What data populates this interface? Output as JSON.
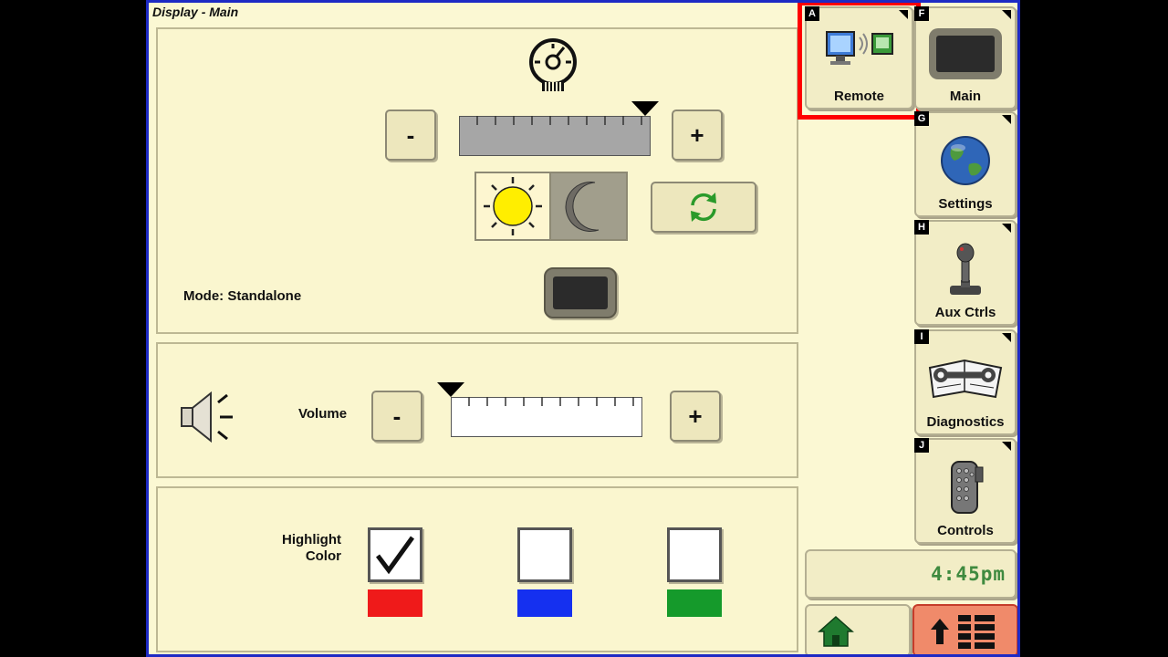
{
  "screen": {
    "title": "Display - Main"
  },
  "brightness": {
    "minus_label": "-",
    "plus_label": "+",
    "level": 0.97,
    "day_icon": "sun-icon",
    "night_icon": "moon-icon",
    "refresh_icon": "refresh-icon",
    "mode_text": "Mode: Standalone"
  },
  "volume": {
    "label": "Volume",
    "minus_label": "-",
    "plus_label": "+",
    "level": 0.0,
    "icon": "speaker-icon"
  },
  "highlight": {
    "label_line1": "Highlight",
    "label_line2": "Color",
    "options": [
      {
        "color": "#ef1a1a",
        "checked": true
      },
      {
        "color": "#1530f0",
        "checked": false
      },
      {
        "color": "#159a2b",
        "checked": false
      }
    ]
  },
  "softkeys": {
    "remote": {
      "letter": "A",
      "label": "Remote"
    },
    "main": {
      "letter": "F",
      "label": "Main"
    },
    "settings": {
      "letter": "G",
      "label": "Settings"
    },
    "aux": {
      "letter": "H",
      "label": "Aux Ctrls"
    },
    "diagnostics": {
      "letter": "I",
      "label": "Diagnostics"
    },
    "controls": {
      "letter": "J",
      "label": "Controls"
    }
  },
  "clock": {
    "time": "4:45pm"
  },
  "colors": {
    "background": "#fbf8d3",
    "border": "#1d2ac4",
    "highlight_frame": "#ff0000",
    "clock_text": "#3f8a3f",
    "menu_button": "#f08a6a"
  }
}
